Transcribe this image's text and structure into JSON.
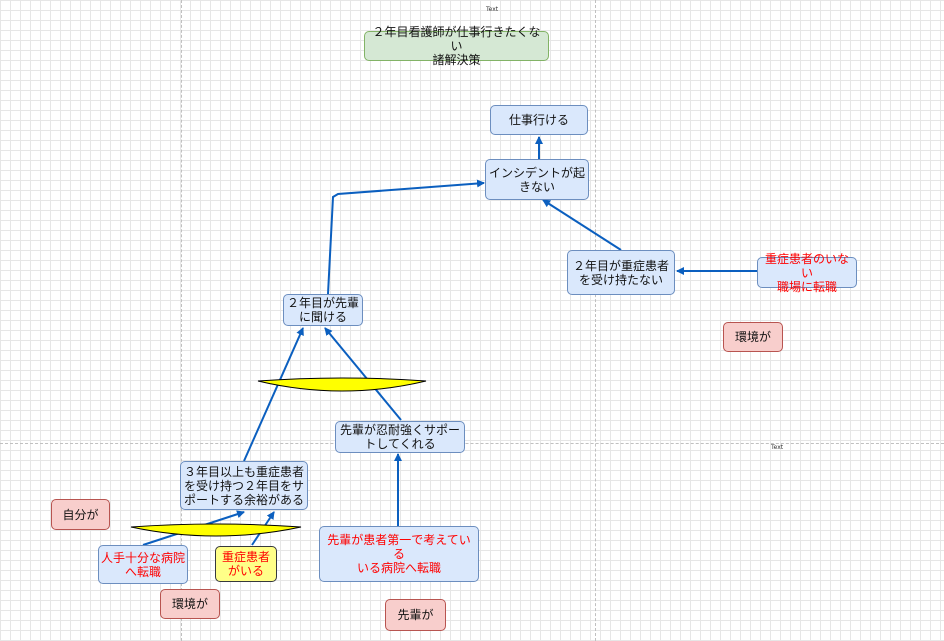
{
  "canvas_labels": {
    "top": "Text",
    "right": "Text"
  },
  "nodes": {
    "title": "２年目看護師が仕事行きたくない\n諸解決策",
    "goal": "仕事行ける",
    "no_incident": "インシデントが起\nきない",
    "no_severe": "２年目が重症患者\nを受け持たない",
    "transfer_no_severe": "重症患者のいない\n職場に転職",
    "env_right": "環境が",
    "can_ask": "２年目が先輩\nに聞ける",
    "senior_support": "先輩が忍耐強くサポー\nトしてくれる",
    "third_year": "３年目以上も重症患者\nを受け持つ２年目をサ\nポートする余裕がある",
    "self": "自分が",
    "enough_staff": "人手十分な病院\nへ転職",
    "severe_present": "重症患者\nがいる",
    "patient_first": "先輩が患者第一で考えている\nいる病院へ転職",
    "env_bottom": "環境が",
    "senior": "先輩が"
  }
}
